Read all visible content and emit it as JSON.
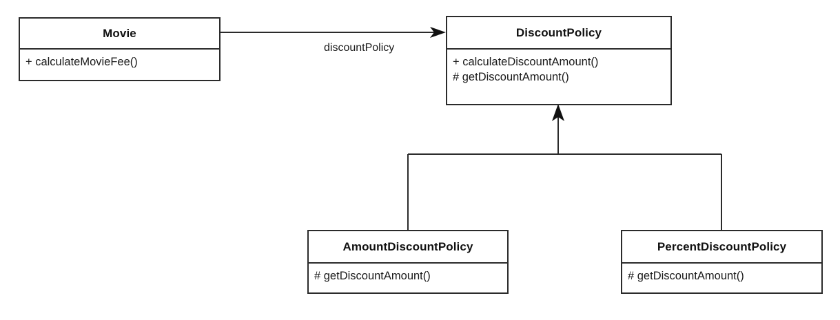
{
  "diagram": {
    "type": "uml-class-diagram",
    "title": "DiscountPolicy class hierarchy",
    "background_color": "#ffffff",
    "line_color": "#2b2b2b",
    "text_color": "#1a1a1a"
  },
  "classes": [
    {
      "id": "movie",
      "name": "Movie",
      "members": [
        "+ calculateMovieFee()"
      ]
    },
    {
      "id": "discountpolicy",
      "name": "DiscountPolicy",
      "members": [
        "+ calculateDiscountAmount()",
        "# getDiscountAmount()"
      ]
    },
    {
      "id": "amountdiscountpolicy",
      "name": "AmountDiscountPolicy",
      "members": [
        "# getDiscountAmount()"
      ]
    },
    {
      "id": "percentdiscountpolicy",
      "name": "PercentDiscountPolicy",
      "members": [
        "# getDiscountAmount()"
      ]
    }
  ],
  "relationships": [
    {
      "id": "movie-to-discountpolicy",
      "kind": "association",
      "from": "Movie",
      "to": "DiscountPolicy",
      "label": "discountPolicy",
      "arrowhead": "open-filled"
    },
    {
      "id": "amountdiscountpolicy-generalization",
      "kind": "generalization",
      "from": "AmountDiscountPolicy",
      "to": "DiscountPolicy",
      "label": "",
      "arrowhead": "filled-triangle"
    },
    {
      "id": "percentdiscountpolicy-generalization",
      "kind": "generalization",
      "from": "PercentDiscountPolicy",
      "to": "DiscountPolicy",
      "label": "",
      "arrowhead": "filled-triangle"
    }
  ]
}
